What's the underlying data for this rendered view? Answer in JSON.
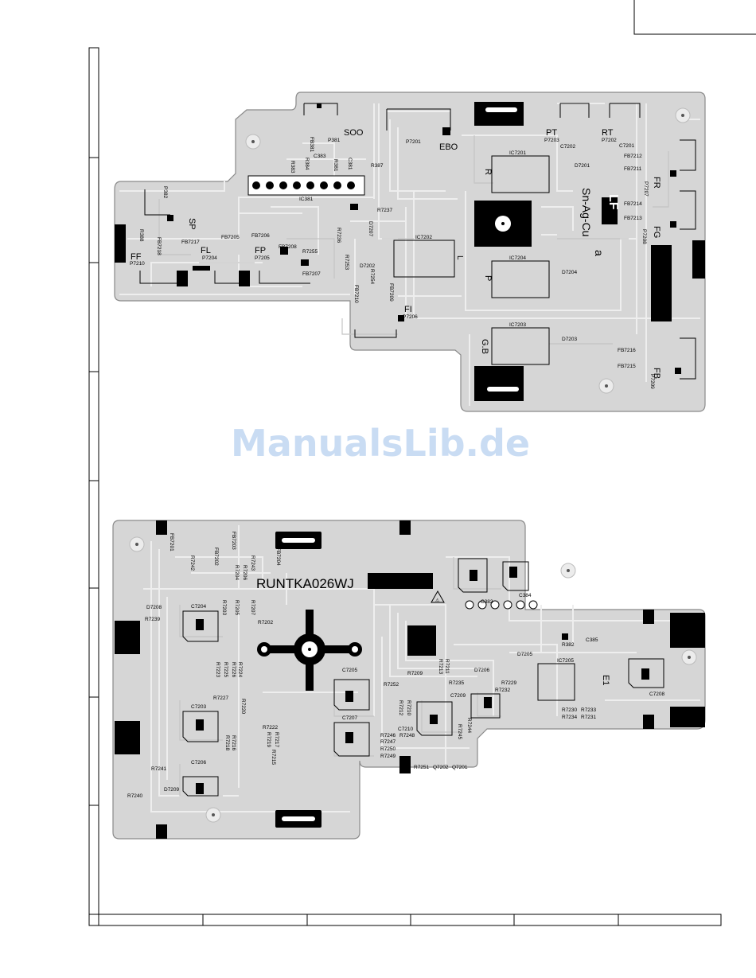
{
  "watermark": "ManualsLib.de",
  "colors": {
    "board": "#d6d6d6",
    "trace": "#ededed",
    "ink": "#000000",
    "outline": "#8a8a8a",
    "watermark": "#c9dcf3"
  },
  "board_top": {
    "labels": {
      "soo": "SOO",
      "p381": "P381",
      "fb381": "FB381",
      "r384": "R384",
      "c383": "C383",
      "r383": "R383",
      "r381": "R381",
      "c381": "C381",
      "r387": "R387",
      "ic381": "IC381",
      "p382": "P382",
      "sp": "SP",
      "r388": "R388",
      "ff": "FF",
      "p7210": "P7210",
      "fb7218": "FB7218",
      "fb7217": "FB7217",
      "fl": "FL",
      "p7204": "P7204",
      "fb7205": "FB7205",
      "fb7206": "FB7206",
      "fp": "FP",
      "p7205": "P7205",
      "fb7208": "FB7208",
      "r7255": "R7255",
      "fb7207": "FB7207",
      "r7236": "R7236",
      "r7237": "R7237",
      "d7207": "D7207",
      "r7253": "R7253",
      "d7202": "D7202",
      "r7254": "R7254",
      "fb7210": "FB7210",
      "fb7209": "FB7209",
      "fi": "FI",
      "p7206": "P7206",
      "p7201": "P7201",
      "ebo": "EBO",
      "ic7201": "IC7201",
      "d7201": "D7201",
      "r_ic7201": "R",
      "ic7202": "IC7202",
      "l_ic7202": "L",
      "ic7204": "IC7204",
      "d7204": "D7204",
      "p_ic7204": "P",
      "ic7203": "IC7203",
      "d7203": "D7203",
      "gb": "G.B",
      "pt": "PT",
      "p7203": "P7203",
      "c7202": "C7202",
      "rt": "RT",
      "p7202": "P7202",
      "c7201": "C7201",
      "fb7212": "FB7212",
      "fb7211": "FB7211",
      "fr": "FR",
      "p7207": "P7207",
      "fb7214": "FB7214",
      "fb7213": "FB7213",
      "fg": "FG",
      "p7208": "P7208",
      "fb7216": "FB7216",
      "fb7215": "FB7215",
      "fb": "FB",
      "p7209": "P7209",
      "lf": "LF",
      "sn_ag_cu": "Sn-Ag-Cu",
      "a": "a"
    }
  },
  "board_bottom": {
    "labels": {
      "fb7201": "FB7201",
      "r7242": "R7242",
      "fb7202": "FB7202",
      "fb7203": "FB7203",
      "r7204": "R7204",
      "r7206": "R7206",
      "r7243": "R7243",
      "fb7204": "FB7204",
      "part_number": "RUNTKA026WJ",
      "d7208": "D7208",
      "r7239": "R7239",
      "c7204": "C7204",
      "r7203": "R7203",
      "r7205": "R7205",
      "r7207": "R7207",
      "r7202": "R7202",
      "r7223": "R7223",
      "r7225": "R7225",
      "r7226": "R7226",
      "r7224": "R7224",
      "r7227": "R7227",
      "r7220": "R7220",
      "c7203": "C7203",
      "r7218": "R7218",
      "r7216": "R7216",
      "r7222": "R7222",
      "r7219": "R7219",
      "r7217": "R7217",
      "r7215": "R7215",
      "c7206": "C7206",
      "r7241": "R7241",
      "d7209": "D7209",
      "r7240": "R7240",
      "c7205": "C7205",
      "c7207": "C7207",
      "r7252": "R7252",
      "r7209": "R7209",
      "r7213": "R7213",
      "r7211": "R7211",
      "r7235": "R7235",
      "c7209": "C7209",
      "r7212": "R7212",
      "r7210": "R7210",
      "c7210": "C7210",
      "r7246": "R7246",
      "r7248": "R7248",
      "r7247": "R7247",
      "r7250": "R7250",
      "r7249": "R7249",
      "r7245": "R7245",
      "r7244": "R7244",
      "r7251": "R7251",
      "q7202": "Q7202",
      "q7201": "Q7201",
      "d7206": "D7206",
      "r7229": "R7229",
      "r7232": "R7232",
      "d7205": "D7205",
      "ic7205": "IC7205",
      "e1": "E1",
      "r7230": "R7230",
      "r7233": "R7233",
      "r7234": "R7234",
      "r7231": "R7231",
      "c382": "C382",
      "c384": "C384",
      "r382": "R382",
      "c385": "C385",
      "c7208": "C7208",
      "warning": "⚠"
    }
  }
}
